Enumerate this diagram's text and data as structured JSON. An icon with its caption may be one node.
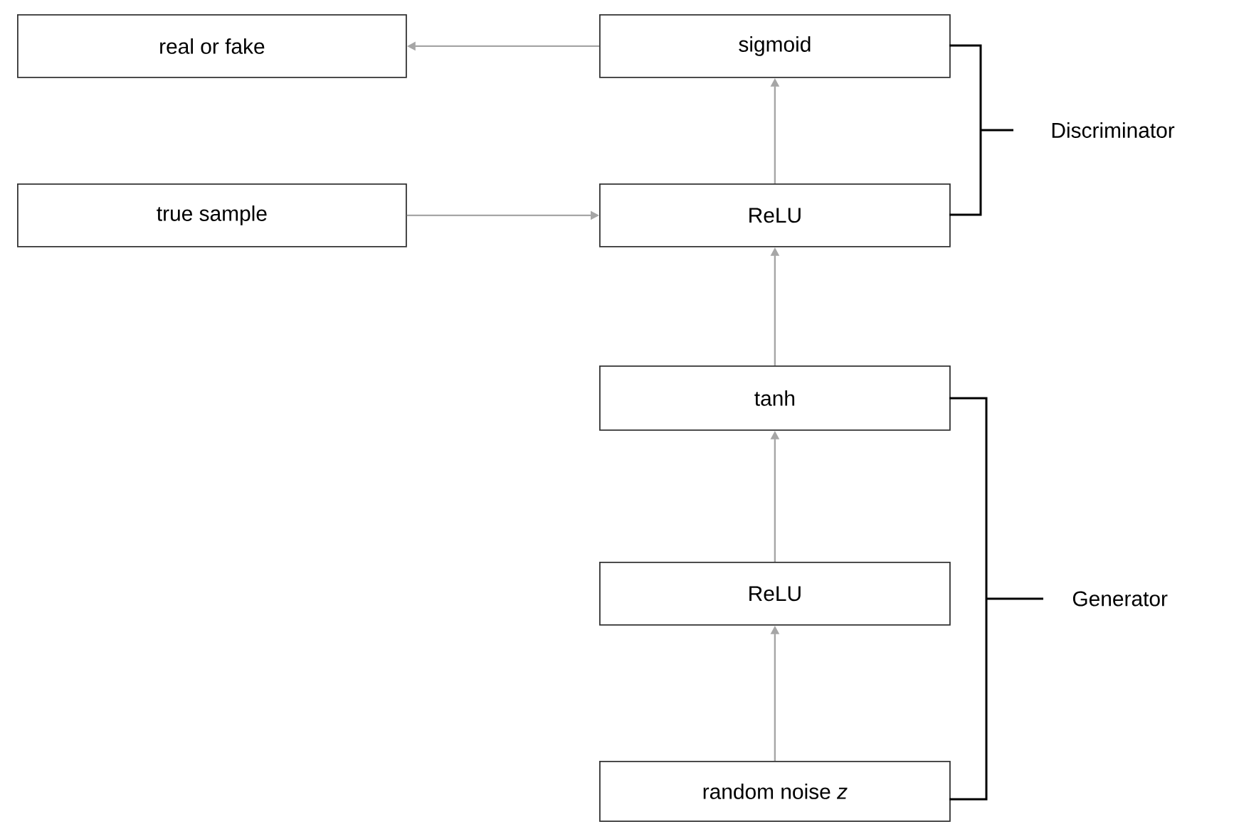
{
  "diagram": {
    "nodes": [
      {
        "text": [
          "real or fake"
        ]
      },
      {
        "text": [
          "sigmoid"
        ]
      },
      {
        "text": [
          "true sample"
        ]
      },
      {
        "text": [
          "ReLU"
        ]
      },
      {
        "text": [
          "tanh"
        ]
      },
      {
        "text": [
          "ReLU"
        ]
      },
      {
        "text": [
          "random noise *z*"
        ]
      }
    ],
    "edges": [
      {
        "from": 1,
        "to": 0,
        "arrow": "to"
      },
      {
        "from": 2,
        "to": 3,
        "arrow": "to"
      },
      {
        "from": 3,
        "to": 1,
        "arrow": "to"
      },
      {
        "from": 4,
        "to": 3,
        "arrow": "to"
      },
      {
        "from": 5,
        "to": 4,
        "arrow": "to"
      },
      {
        "from": 6,
        "to": 5,
        "arrow": "to"
      }
    ],
    "labels": [
      "Discriminator",
      "Generator"
    ]
  }
}
